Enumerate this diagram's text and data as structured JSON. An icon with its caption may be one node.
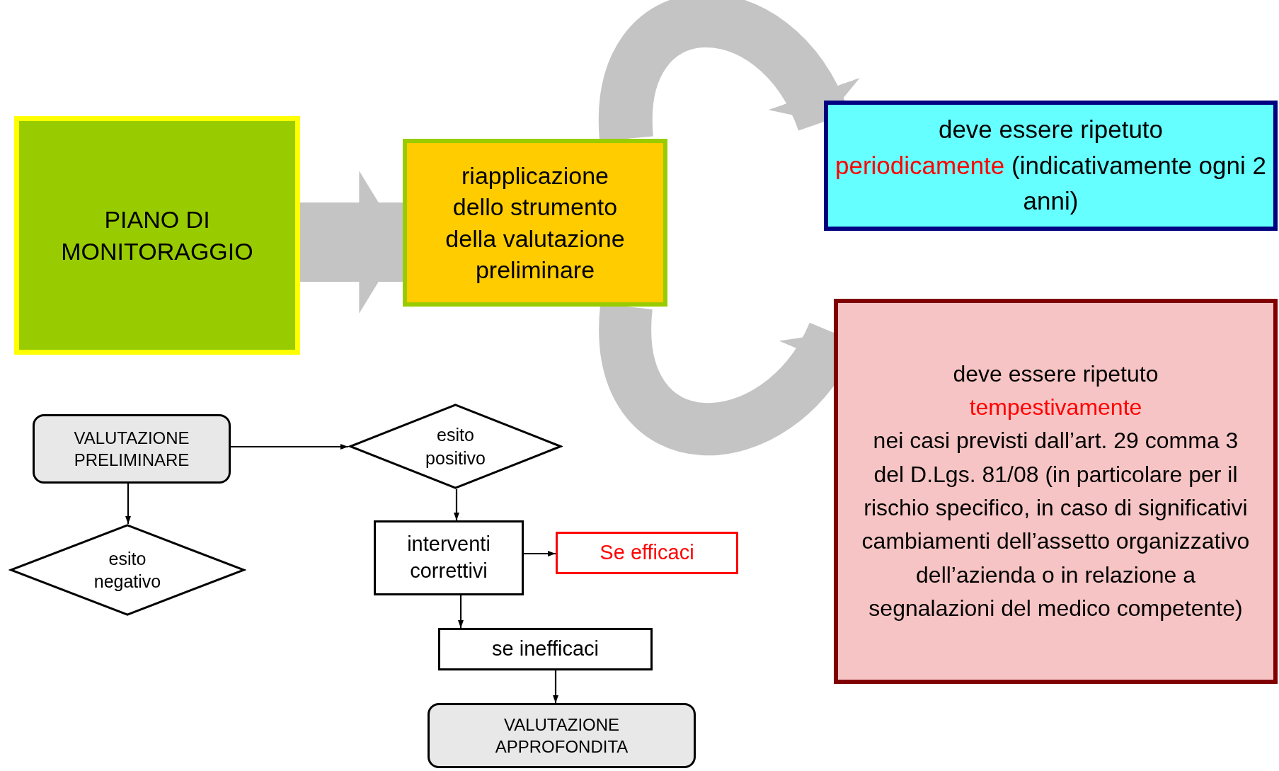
{
  "diagram": {
    "nodes": [
      {
        "text": [
          "PIANO DI MONITORAGGIO"
        ]
      },
      {
        "text": [
          "riapplicazione dello strumento della valutazione preliminare"
        ]
      },
      {
        "text": [
          "deve essere ripetuto",
          "periodicamente",
          "(indicativamente ogni 2 anni)"
        ]
      },
      {
        "text": [
          "deve essere ripetuto",
          "tempestivamente",
          "nei casi previsti dall’art. 29 comma 3 del D.Lgs. 81/08 (in particolare per il rischio specifico, in caso di significativi cambiamenti dell’assetto organizzativo dell’azienda o in relazione a segnalazioni del medico competente)"
        ]
      },
      {
        "text": [
          "VALUTAZIONE PRELIMINARE"
        ]
      },
      {
        "text": [
          "esito positivo"
        ]
      },
      {
        "text": [
          "esito negativo"
        ]
      },
      {
        "text": [
          "interventi correttivi"
        ]
      },
      {
        "text": [
          "Se efficaci"
        ]
      },
      {
        "text": [
          "se inefficaci"
        ]
      },
      {
        "text": [
          "VALUTAZIONE APPROFONDITA"
        ]
      }
    ],
    "edges": [
      {
        "from": 0,
        "to": 1,
        "arrow": "to",
        "style": "thick",
        "color": "#c4c4c4"
      },
      {
        "from": 1,
        "to": 2,
        "arrow": "to",
        "style": "thick",
        "color": "#c4c4c4"
      },
      {
        "from": 1,
        "to": 3,
        "arrow": "to",
        "style": "thick",
        "color": "#c4c4c4"
      },
      {
        "from": 4,
        "to": 5,
        "arrow": "to"
      },
      {
        "from": 4,
        "to": 6,
        "arrow": "to"
      },
      {
        "from": 5,
        "to": 7,
        "arrow": "to"
      },
      {
        "from": 7,
        "to": 8,
        "arrow": "to"
      },
      {
        "from": 7,
        "to": 9,
        "arrow": "to"
      },
      {
        "from": 9,
        "to": 10,
        "arrow": "to"
      }
    ]
  }
}
